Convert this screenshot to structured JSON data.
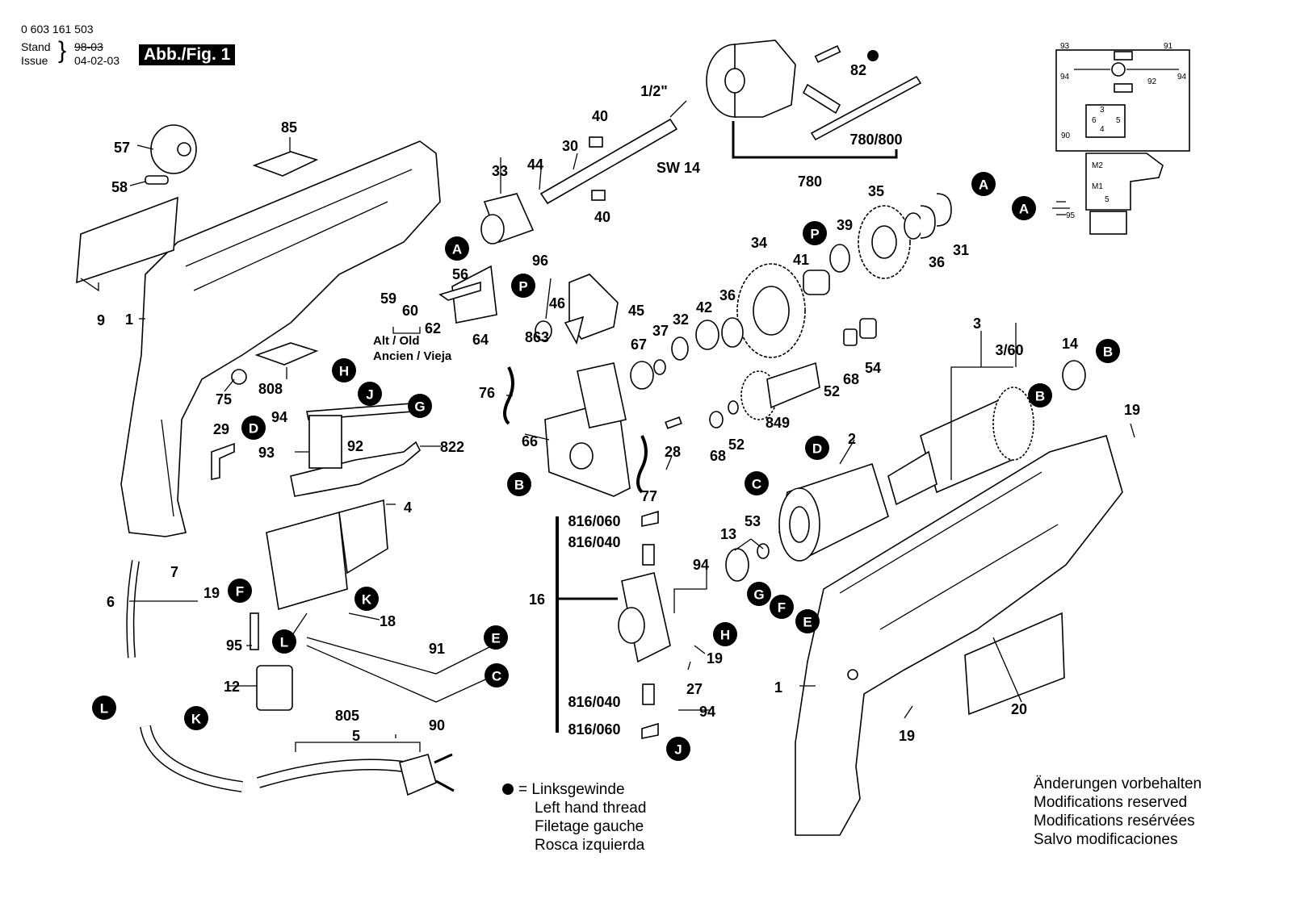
{
  "header": {
    "part_no": "0 603 161 503",
    "stand_label": "Stand",
    "issue_label": "Issue",
    "old_date": "98-03",
    "date": "04-02-03",
    "fig_label": "Abb./Fig. 1"
  },
  "legend_left_hand": [
    "= Linksgewinde",
    "Left hand thread",
    "Filetage gauche",
    "Rosca izquierda"
  ],
  "legend_modifications": [
    "Änderungen vorbehalten",
    "Modifications reserved",
    "Modifications resérvées",
    "Salvo modificaciones"
  ],
  "alt_old": [
    "Alt / Old",
    "Ancien / Vieja"
  ],
  "part_labels": [
    "1",
    "1",
    "2",
    "3",
    "3/60",
    "4",
    "5",
    "6",
    "7",
    "9",
    "12",
    "13",
    "14",
    "16",
    "18",
    "19",
    "19",
    "19",
    "19",
    "20",
    "27",
    "28",
    "29",
    "30",
    "31",
    "32",
    "33",
    "34",
    "35",
    "36",
    "36",
    "37",
    "39",
    "40",
    "40",
    "41",
    "42",
    "44",
    "45",
    "46",
    "52",
    "52",
    "53",
    "54",
    "56",
    "57",
    "58",
    "59",
    "60",
    "62",
    "64",
    "66",
    "67",
    "68",
    "68",
    "75",
    "76",
    "77",
    "780",
    "780/800",
    "805",
    "808",
    "816/060",
    "816/040",
    "816/040",
    "816/060",
    "82",
    "822",
    "849",
    "85",
    "863",
    "90",
    "91",
    "92",
    "93",
    "94",
    "94",
    "94",
    "95",
    "96",
    "SW 14",
    "1/2\""
  ],
  "connector_labels": [
    "A",
    "A",
    "A",
    "B",
    "B",
    "B",
    "C",
    "C",
    "D",
    "D",
    "E",
    "E",
    "F",
    "F",
    "G",
    "G",
    "H",
    "H",
    "J",
    "J",
    "K",
    "K",
    "L",
    "L",
    "P",
    "P"
  ],
  "schematic_labels": [
    "93",
    "91",
    "94",
    "94",
    "92",
    "3",
    "6",
    "5",
    "4",
    "90",
    "M2",
    "M1",
    "5",
    "95"
  ]
}
